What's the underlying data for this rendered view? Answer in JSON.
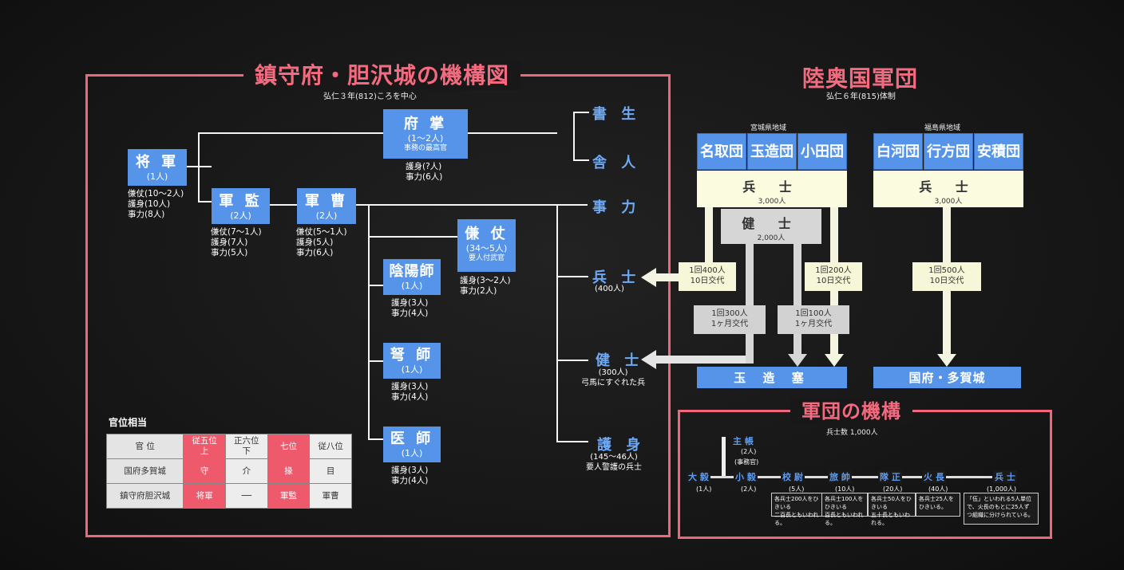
{
  "left": {
    "title": "鎮守府・胆沢城の機構図",
    "subtitle": "弘仁３年(812)ころを中心",
    "shogun": {
      "name": "将 軍",
      "count": "(1人)",
      "notes": [
        "傔仗(10～2人)",
        "護身(10人)",
        "事力(8人)"
      ]
    },
    "gunkan": {
      "name": "軍 監",
      "count": "(2人)",
      "notes": [
        "傔仗(7～1人)",
        "護身(7人)",
        "事力(5人)"
      ]
    },
    "gunso": {
      "name": "軍 曹",
      "count": "(2人)",
      "notes": [
        "傔仗(5～1人)",
        "護身(5人)",
        "事力(6人)"
      ]
    },
    "fusho": {
      "name": "府 掌",
      "count": "(1～2人)",
      "desc": "事務の最高官",
      "notes": [
        "護身(?人)",
        "事力(6人)"
      ]
    },
    "kenjo": {
      "name": "傔 仗",
      "count": "(34～5人)",
      "desc": "要人付武官",
      "notes": [
        "護身(3～2人)",
        "事力(2人)"
      ]
    },
    "onmyoji": {
      "name": "陰陽師",
      "count": "(1人)",
      "notes": [
        "護身(3人)",
        "事力(4人)"
      ]
    },
    "doshi": {
      "name": "弩 師",
      "count": "(1人)",
      "notes": [
        "護身(3人)",
        "事力(4人)"
      ]
    },
    "ishi": {
      "name": "医 師",
      "count": "(1人)",
      "notes": [
        "護身(3人)",
        "事力(4人)"
      ]
    },
    "right_items": [
      {
        "name": "書 生"
      },
      {
        "name": "舎 人"
      },
      {
        "name": "事 力"
      },
      {
        "name": "兵 士",
        "sub": [
          "(400人)"
        ]
      },
      {
        "name": "健 士",
        "sub": [
          "(300人)",
          "弓馬にすぐれた兵"
        ]
      },
      {
        "name": "護 身",
        "sub": [
          "(145～46人)",
          "要人警護の兵士"
        ]
      }
    ],
    "rank_table": {
      "title": "官位相当",
      "rows": [
        [
          "官 位",
          "従五位\n上",
          "正六位\n下",
          "七位",
          "従八位"
        ],
        [
          "国府多賀城",
          "守",
          "介",
          "掾",
          "目"
        ],
        [
          "鎮守府胆沢城",
          "将軍",
          "──",
          "軍監",
          "軍曹"
        ]
      ]
    }
  },
  "right": {
    "title": "陸奥国軍団",
    "subtitle": "弘仁６年(815)体制",
    "miyagi": {
      "label": "宮城県地域",
      "units": [
        "名取団",
        "玉造団",
        "小田団"
      ],
      "soldiers": "兵 士",
      "soldiers_count": "3,000人"
    },
    "fukushima": {
      "label": "福島県地域",
      "units": [
        "白河団",
        "行方団",
        "安積団"
      ],
      "soldiers": "兵 士",
      "soldiers_count": "3,000人"
    },
    "kenshi": {
      "name": "健 士",
      "count": "2,000人"
    },
    "rotations": [
      {
        "a": "1回400人",
        "b": "10日交代"
      },
      {
        "a": "1回200人",
        "b": "10日交代"
      },
      {
        "a": "1回500人",
        "b": "10日交代"
      },
      {
        "a": "1回300人",
        "b": "1ヶ月交代"
      },
      {
        "a": "1回100人",
        "b": "1ヶ月交代"
      }
    ],
    "tamatsukuri": "玉 造 塞",
    "taga": "国府・多賀城"
  },
  "gundan": {
    "title": "軍団の機構",
    "subtitle": "兵士数 1,000人",
    "chain": [
      "大 毅",
      "小 毅",
      "校 尉",
      "旅 帥",
      "隊 正",
      "火 長",
      "兵 士"
    ],
    "chain_counts": [
      "(1人)",
      "(2人)",
      "(5人)",
      "(10人)",
      "(20人)",
      "(40人)",
      "(1,000人)"
    ],
    "shuchō": {
      "name": "主 帳",
      "count": "(2人)",
      "desc": "(事務官)"
    },
    "notes": [
      [
        "各兵士200人をひきいる",
        "二百長ともいわれる。"
      ],
      [
        "各兵士100人をひきいる",
        "百長ともいわれる。"
      ],
      [
        "各兵士50人をひきいる",
        "五十長ともいわれる。"
      ],
      [
        "各兵士25人を",
        "ひきいる。"
      ],
      [
        "「伍」といわれる5人単位",
        "で、火長のもとに25人ず",
        "つ組織に分けられている。"
      ]
    ]
  }
}
